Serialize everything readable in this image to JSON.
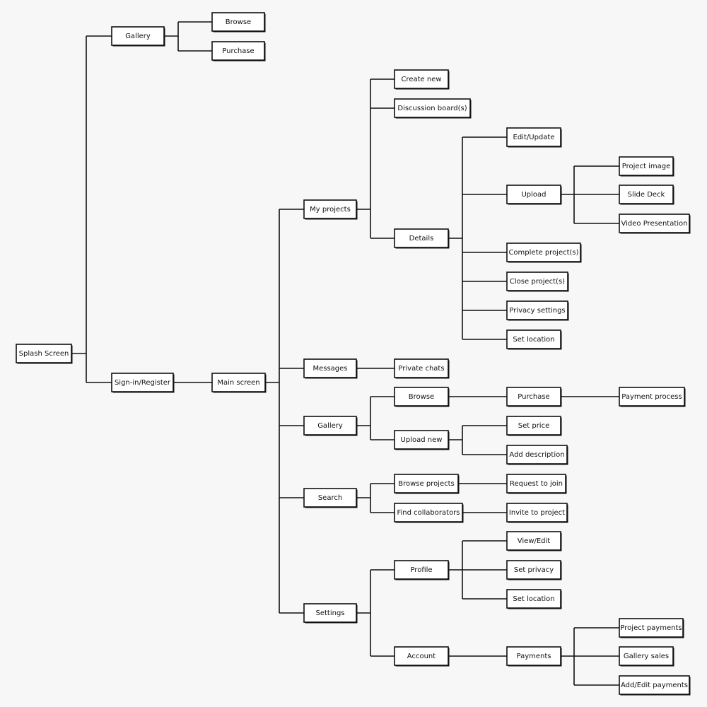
{
  "diagram": {
    "type": "sitemap-tree",
    "nodes": [
      {
        "id": "splash",
        "label": "Splash Screen"
      },
      {
        "id": "gallery_top",
        "label": "Gallery",
        "parent": "splash"
      },
      {
        "id": "browse_top",
        "label": "Browse",
        "parent": "gallery_top"
      },
      {
        "id": "purchase_top",
        "label": "Purchase",
        "parent": "gallery_top"
      },
      {
        "id": "signin",
        "label": "Sign-in/Register",
        "parent": "splash"
      },
      {
        "id": "main",
        "label": "Main screen",
        "parent": "signin"
      },
      {
        "id": "myprojects",
        "label": "My projects",
        "parent": "main"
      },
      {
        "id": "createnew",
        "label": "Create new",
        "parent": "myprojects"
      },
      {
        "id": "discussion",
        "label": "Discussion board(s)",
        "parent": "myprojects"
      },
      {
        "id": "details",
        "label": "Details",
        "parent": "myprojects"
      },
      {
        "id": "editupdate",
        "label": "Edit/Update",
        "parent": "details"
      },
      {
        "id": "upload",
        "label": "Upload",
        "parent": "details"
      },
      {
        "id": "projimage",
        "label": "Project image",
        "parent": "upload"
      },
      {
        "id": "slidedeck",
        "label": "Slide Deck",
        "parent": "upload"
      },
      {
        "id": "videopres",
        "label": "Video Presentation",
        "parent": "upload"
      },
      {
        "id": "complete",
        "label": "Complete project(s)",
        "parent": "details"
      },
      {
        "id": "close",
        "label": "Close project(s)",
        "parent": "details"
      },
      {
        "id": "privacyset",
        "label": "Privacy settings",
        "parent": "details"
      },
      {
        "id": "setloc1",
        "label": "Set location",
        "parent": "details"
      },
      {
        "id": "messages",
        "label": "Messages",
        "parent": "main"
      },
      {
        "id": "privatechats",
        "label": "Private chats",
        "parent": "messages"
      },
      {
        "id": "gallery2",
        "label": "Gallery",
        "parent": "main"
      },
      {
        "id": "browse2",
        "label": "Browse",
        "parent": "gallery2"
      },
      {
        "id": "purchase2",
        "label": "Purchase",
        "parent": "browse2"
      },
      {
        "id": "payproc",
        "label": "Payment process",
        "parent": "purchase2"
      },
      {
        "id": "uploadnew",
        "label": "Upload new",
        "parent": "gallery2"
      },
      {
        "id": "setprice",
        "label": "Set price",
        "parent": "uploadnew"
      },
      {
        "id": "adddesc",
        "label": "Add description",
        "parent": "uploadnew"
      },
      {
        "id": "search",
        "label": "Search",
        "parent": "main"
      },
      {
        "id": "browseproj",
        "label": "Browse projects",
        "parent": "search"
      },
      {
        "id": "reqjoin",
        "label": "Request to join",
        "parent": "browseproj"
      },
      {
        "id": "findcollab",
        "label": "Find collaborators",
        "parent": "search"
      },
      {
        "id": "invite",
        "label": "Invite to project",
        "parent": "findcollab"
      },
      {
        "id": "settings",
        "label": "Settings",
        "parent": "main"
      },
      {
        "id": "profile",
        "label": "Profile",
        "parent": "settings"
      },
      {
        "id": "viewedit",
        "label": "View/Edit",
        "parent": "profile"
      },
      {
        "id": "setprivacy",
        "label": "Set privacy",
        "parent": "profile"
      },
      {
        "id": "setloc2",
        "label": "Set location",
        "parent": "profile"
      },
      {
        "id": "account",
        "label": "Account",
        "parent": "settings"
      },
      {
        "id": "payments",
        "label": "Payments",
        "parent": "account"
      },
      {
        "id": "projpay",
        "label": "Project payments",
        "parent": "payments"
      },
      {
        "id": "galsales",
        "label": "Gallery sales",
        "parent": "payments"
      },
      {
        "id": "addeditpay",
        "label": "Add/Edit payments",
        "parent": "payments"
      }
    ]
  }
}
